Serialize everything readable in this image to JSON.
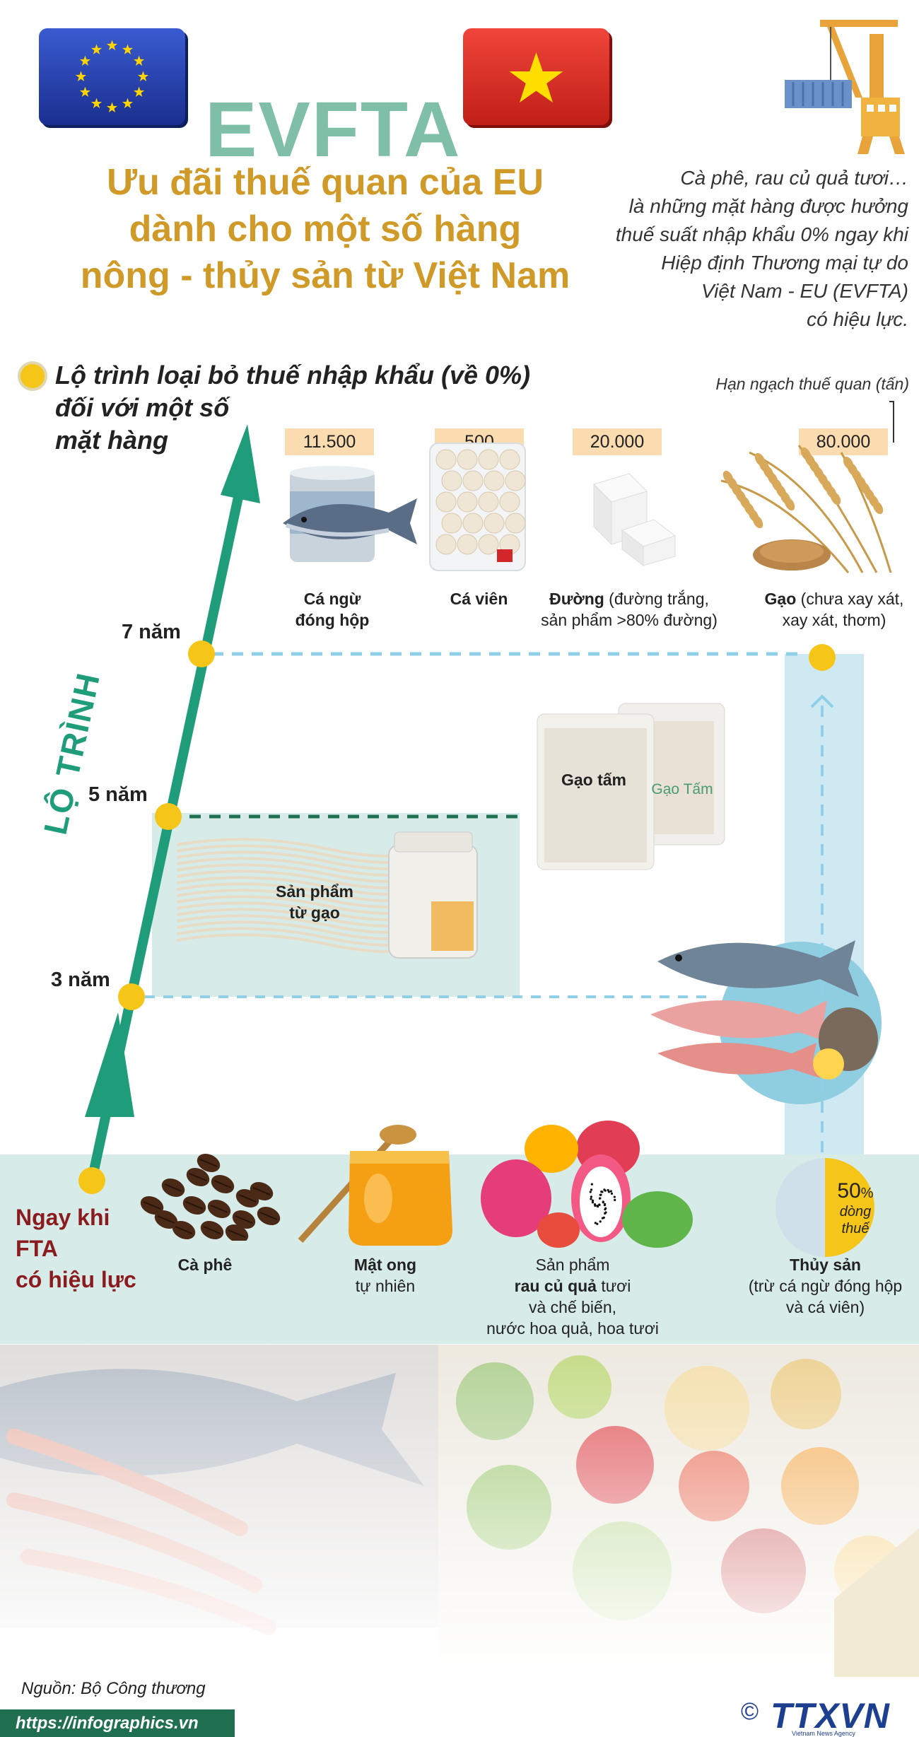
{
  "header": {
    "title": "EVFTA",
    "subtitle_lines": [
      "Ưu đãi thuế quan của EU",
      "dành cho một số hàng",
      "nông - thủy sản từ Việt Nam"
    ],
    "intro_lines": [
      "Cà phê, rau củ quả tươi…",
      "là những mặt hàng được hưởng",
      "thuế suất nhập khẩu 0% ngay khi",
      "Hiệp định Thương mại tự do",
      "Việt Nam - EU (EVFTA)",
      "có hiệu lực."
    ]
  },
  "roadmap": {
    "title_lines": [
      "Lộ trình loại bỏ thuế nhập khẩu (về 0%)",
      "đối với một số",
      "mặt hàng"
    ],
    "axis_label": "LỘ TRÌNH",
    "quota_label": "Hạn ngạch thuế quan (tấn)",
    "years": {
      "seven": "7 năm",
      "five": "5 năm",
      "three": "3 năm"
    },
    "immediate_lines": [
      "Ngay khi",
      "FTA",
      "có hiệu lực"
    ]
  },
  "quota_items": [
    {
      "quota": "11.500",
      "name_lines": [
        "Cá ngừ",
        "đóng hộp"
      ]
    },
    {
      "quota": "500",
      "name_lines": [
        "Cá viên"
      ]
    },
    {
      "quota": "20.000",
      "name_bold": "Đường",
      "name_rest": " (đường trắng,",
      "name_line2": "sản phẩm >80% đường)"
    },
    {
      "quota": "80.000",
      "name_bold": "Gạo",
      "name_rest": " (chưa xay xát,",
      "name_line2": "xay xát, thơm)"
    }
  ],
  "five_year": {
    "broken_rice": "Gạo tấm",
    "bag_print": "Gạo Tấm",
    "rice_products_lines": [
      "Sản phẩm",
      "từ gạo"
    ]
  },
  "immediate_items": {
    "coffee": "Cà phê",
    "honey_bold": "Mật ong",
    "honey_rest": "tự nhiên",
    "produce_line1": "Sản phẩm",
    "produce_bold": "rau củ quả",
    "produce_rest": " tươi",
    "produce_line3": "và chế biến,",
    "produce_line4": "nước hoa quả, hoa tươi",
    "seafood_bold": "Thủy sản",
    "seafood_line2": "(trừ cá ngừ đóng hộp",
    "seafood_line3": "và cá viên)"
  },
  "seafood_share": {
    "value": "50",
    "unit": "%",
    "line1": "dòng",
    "line2": "thuế",
    "fraction": 0.5
  },
  "footer": {
    "source": "Nguồn: Bộ Công thương",
    "url": "https://infographics.vn",
    "copyright": "©",
    "agency": "TTXVN",
    "agency_sub": "Vietnam News Agency"
  },
  "colors": {
    "accent_green": "#1f9c7a",
    "title_teal": "#7fbfa8",
    "subtitle_gold": "#d09a28",
    "dot_yellow": "#f5c518",
    "dash_blue": "#8fd0e8",
    "band": "#d7ece8"
  }
}
